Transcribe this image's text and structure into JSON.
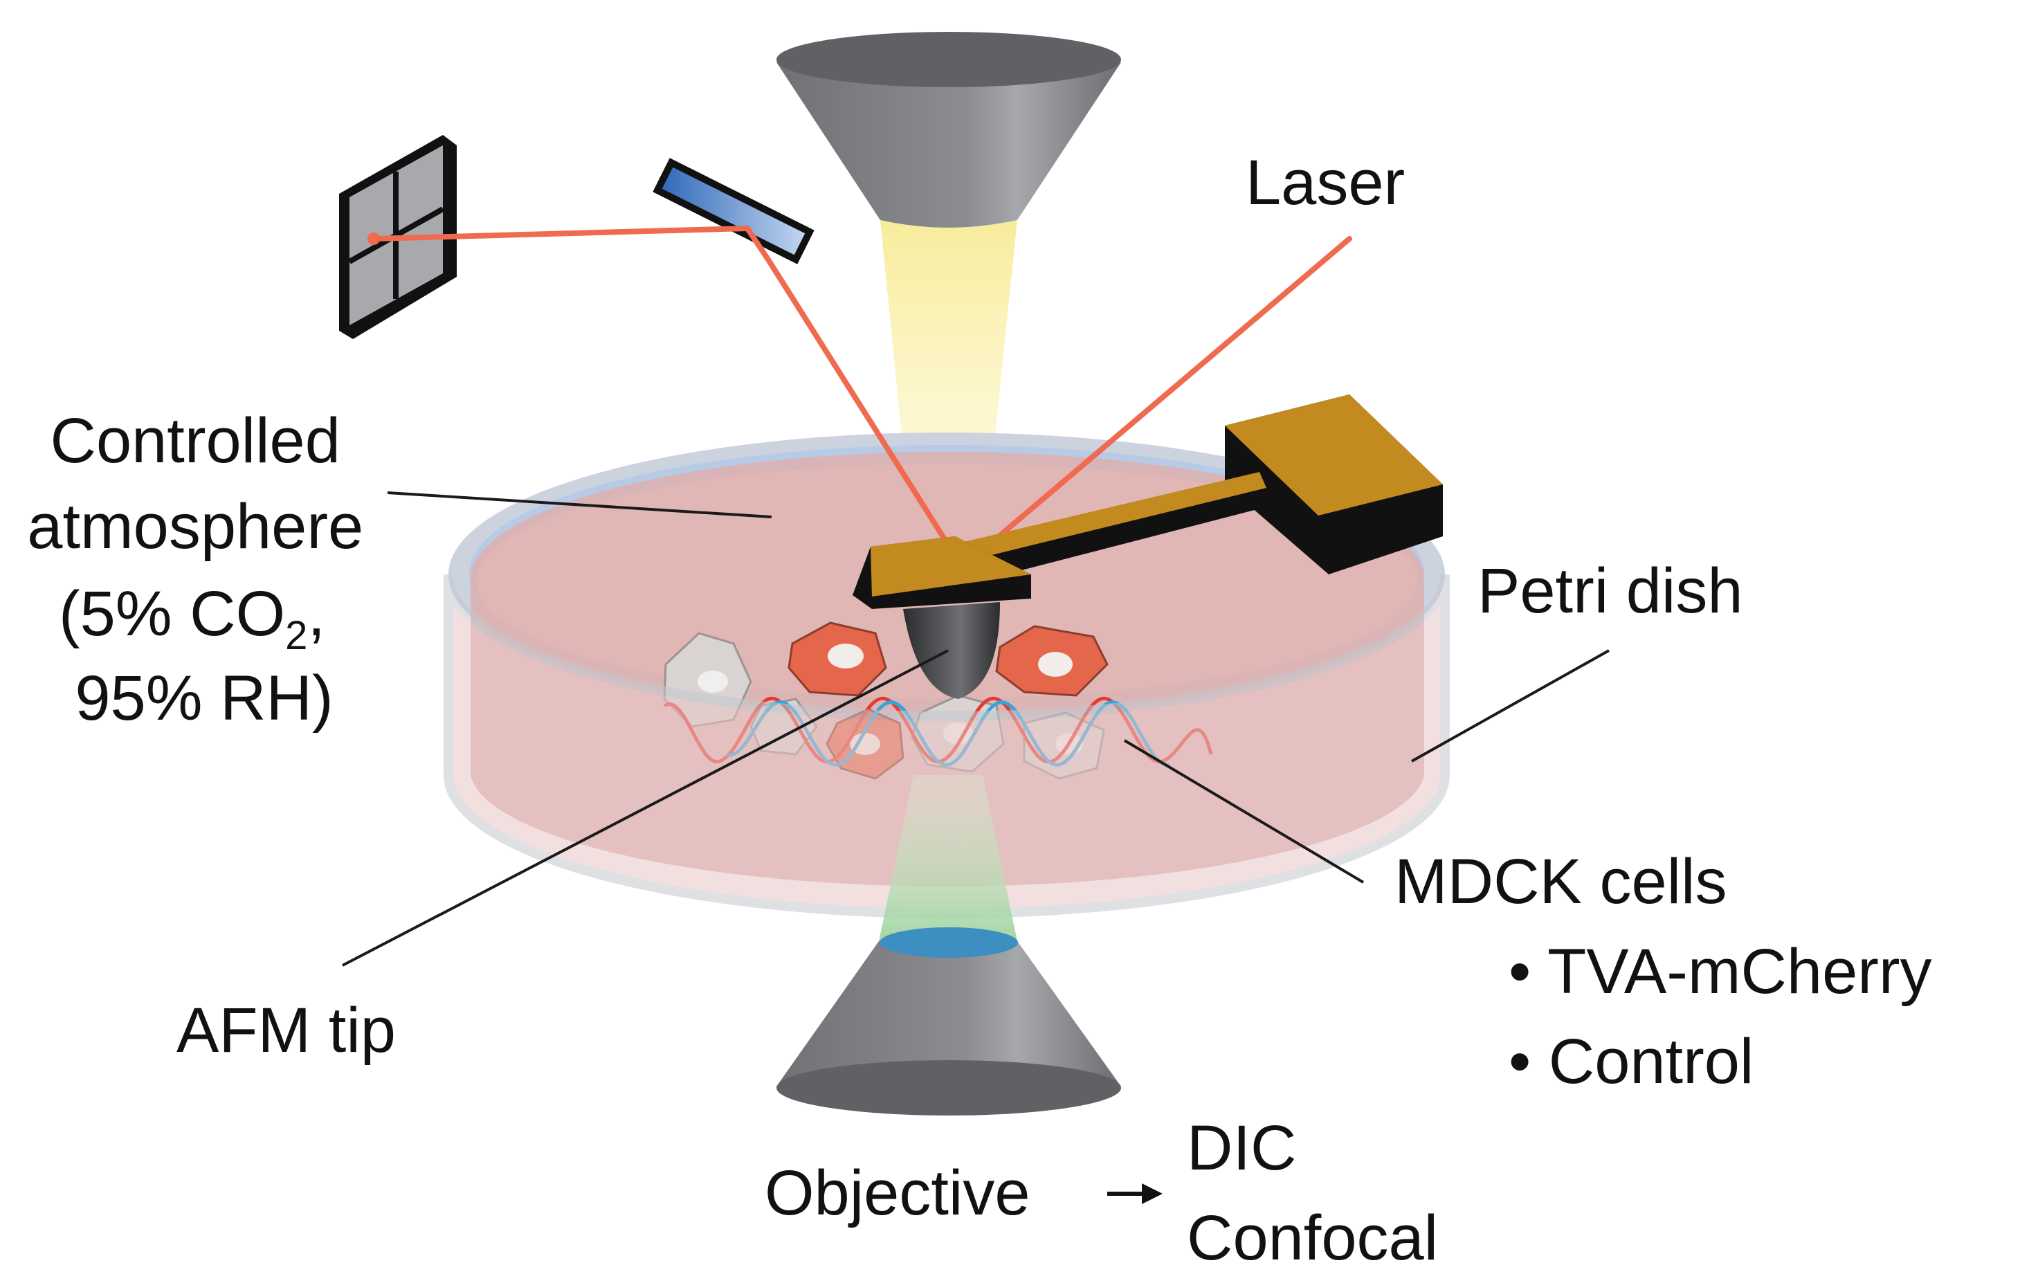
{
  "labels": {
    "laser": "Laser",
    "controlled_atmosphere": [
      "Controlled",
      "atmosphere",
      "(5% CO",
      "2",
      ",",
      "95% RH)"
    ],
    "petri_dish": "Petri dish",
    "mdck_cells": "MDCK cells",
    "cell_lines": [
      "• TVA-mCherry",
      "• Control"
    ],
    "afm_tip": "AFM tip",
    "objective": "Objective",
    "outputs": [
      "DIC",
      "Confocal"
    ]
  },
  "colors": {
    "laser_beam": "#ef6a4e",
    "light_cone": "#fbf2b3",
    "objective_gray": "#7f8184",
    "medium": "#d9a9a8",
    "dish_rim": "#c9cdd6",
    "water_blue": "#a9c3e4",
    "cantilever_gold": "#c28a1f",
    "cell_red": "#e4674c",
    "cell_gray": "#d6d2d0",
    "wave_red": "#e53a2f",
    "wave_blue": "#35a3dc",
    "green_glow": "#bfe4b6"
  },
  "icons": [
    "photodetector-quadrant-icon",
    "mirror-icon",
    "objective-lens-icon",
    "condenser-lens-icon",
    "cantilever-icon",
    "petri-dish-icon"
  ]
}
